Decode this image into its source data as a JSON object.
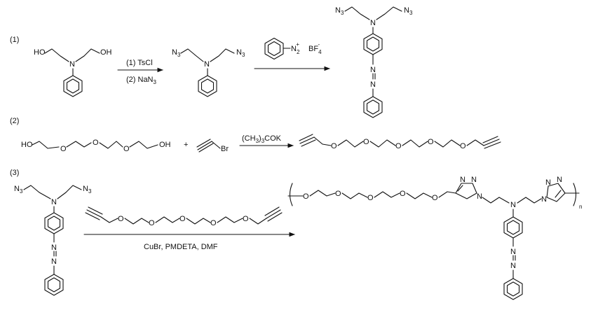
{
  "scheme": {
    "step1": {
      "number": "(1)",
      "reagent_1": "(1) TsCl",
      "reagent_2": "(2) NaN",
      "reagent_2_sub": "3",
      "diazonium": "BF",
      "diazonium_sub": "4"
    },
    "step2": {
      "number": "(2)",
      "plus": "+",
      "conditions": "(CH",
      "conditions_sub": "3",
      "conditions_end": ")",
      "conditions_sub2": "3",
      "conditions_tail": "COK"
    },
    "step3": {
      "number": "(3)",
      "conditions": "CuBr, PMDETA, DMF",
      "repeat": "n"
    },
    "atoms": {
      "HO": "HO",
      "OH": "OH",
      "N": "N",
      "O": "O",
      "Br": "Br",
      "N3": "N",
      "N3_sub": "3",
      "N2": "N",
      "N2_sub": "2",
      "plus_sign": "+",
      "minus_sign": "-"
    }
  }
}
